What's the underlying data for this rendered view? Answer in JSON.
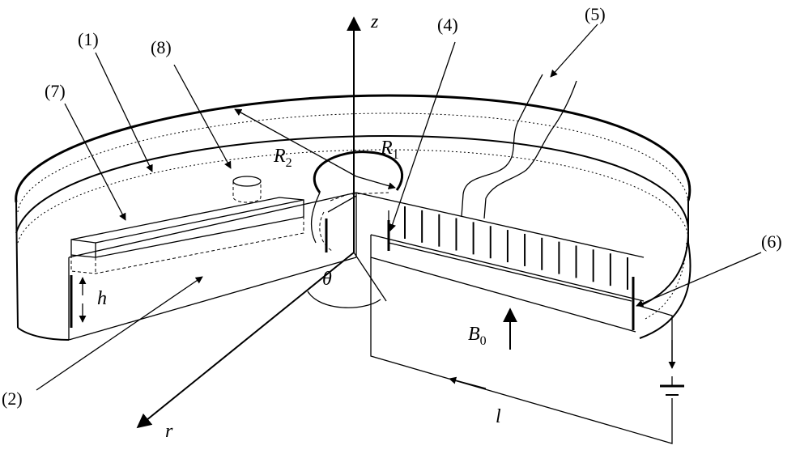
{
  "labels": {
    "part1": "(1)",
    "part2": "(2)",
    "part4": "(4)",
    "part5": "(5)",
    "part6": "(6)",
    "part7": "(7)",
    "part8": "(8)"
  },
  "symbols": {
    "z_axis": "z",
    "r_axis": "r",
    "theta": "θ",
    "height": "h",
    "length": "l",
    "radius_outer": "R",
    "radius_outer_sub": "2",
    "radius_inner": "R",
    "radius_inner_sub": "1",
    "field": "B",
    "field_sub": "0"
  },
  "electrode_count": 14
}
